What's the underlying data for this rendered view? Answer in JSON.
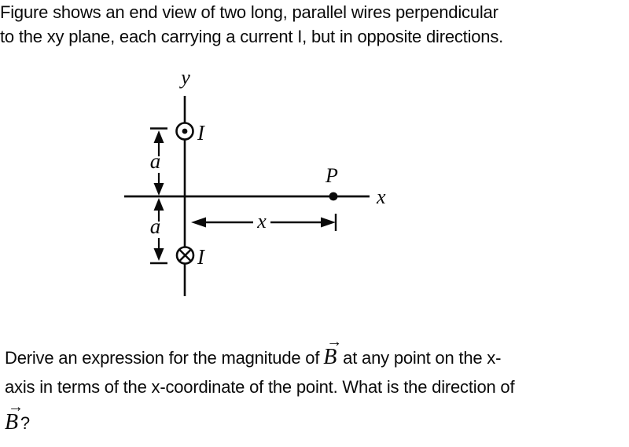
{
  "page": {
    "background_color": "#ffffff",
    "text_color": "#0a0a0a"
  },
  "intro": {
    "line1": "Figure shows an end view of two long, parallel wires perpendicular",
    "line2": "to the xy plane, each carrying a current I, but in opposite directions."
  },
  "question": {
    "line1_before": "Derive an expression for the magnitude of",
    "line1_after": "at any point on the x-",
    "line2": "axis in terms of the x-coordinate of the point. What is the direction of",
    "line3_suffix": "?",
    "vector_symbol": "B",
    "vector_arrow": "→"
  },
  "diagram": {
    "y_axis_label": "y",
    "x_axis_label": "x",
    "top_wire_current_label": "I",
    "bottom_wire_current_label": "I",
    "top_distance_label": "a",
    "bottom_distance_label": "a",
    "point_label": "P",
    "x_distance_label": "x",
    "top_wire_symbol": "current-out-of-page",
    "bottom_wire_symbol": "current-into-page",
    "line_color": "#0a0a0a"
  }
}
